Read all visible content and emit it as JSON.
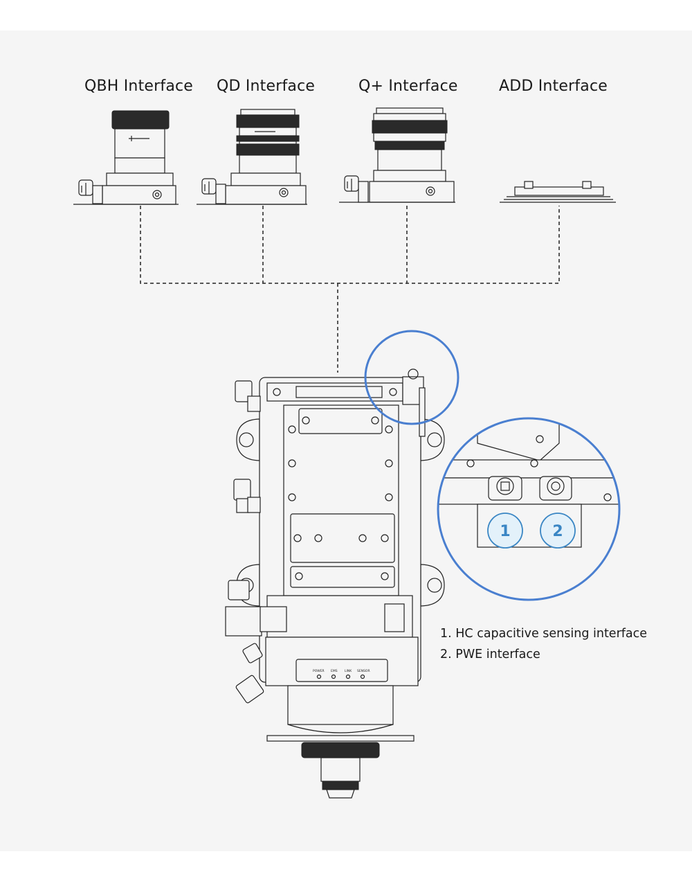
{
  "interfaces": [
    {
      "label": "QBH Interface",
      "icon": "qbh-connector-icon"
    },
    {
      "label": "QD Interface",
      "icon": "qd-connector-icon"
    },
    {
      "label": "Q+ Interface",
      "icon": "qplus-connector-icon"
    },
    {
      "label": "ADD Interface",
      "icon": "add-plate-icon"
    }
  ],
  "badges": [
    "1",
    "2"
  ],
  "panel_labels": [
    "POWER",
    "EMS",
    "LINK",
    "SENSOR"
  ],
  "legend": [
    "1. HC capacitive sensing interface",
    "2. PWE interface"
  ],
  "colors": {
    "background": "#f5f5f5",
    "accent_circle": "#4a7fd0",
    "badge_fill": "#e3f1fa",
    "badge_text": "#3a86c4",
    "line": "#222222"
  }
}
